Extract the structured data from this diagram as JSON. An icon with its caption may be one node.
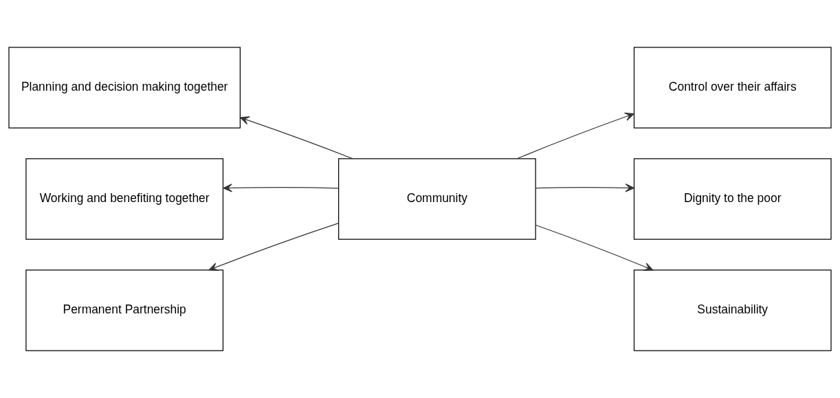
{
  "diagram": {
    "nodes": [
      {
        "text": [
          "Planning and decision making together"
        ]
      },
      {
        "text": [
          "Control over their affairs"
        ]
      },
      {
        "text": [
          "Working and benefiting together"
        ]
      },
      {
        "text": [
          "Community"
        ]
      },
      {
        "text": [
          "Dignity to the poor"
        ]
      },
      {
        "text": [
          "Permanent Partnership"
        ]
      },
      {
        "text": [
          "Sustainability"
        ]
      }
    ],
    "edges": [
      {
        "from": 3,
        "to": 0,
        "arrow": "to"
      },
      {
        "from": 3,
        "to": 1,
        "arrow": "to"
      },
      {
        "from": 3,
        "to": 2,
        "arrow": "to"
      },
      {
        "from": 3,
        "to": 4,
        "arrow": "to"
      },
      {
        "from": 3,
        "to": 5,
        "arrow": "to"
      },
      {
        "from": 3,
        "to": 6,
        "arrow": "to"
      }
    ]
  }
}
